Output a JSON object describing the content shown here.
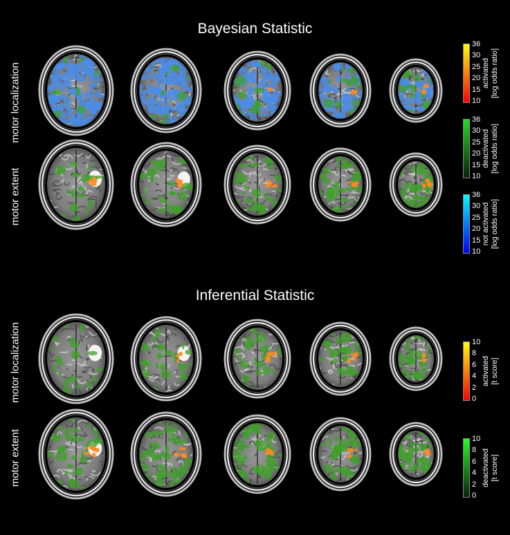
{
  "sections": {
    "bayesian_title": "Bayesian Statistic",
    "inferential_title": "Inferential Statistic"
  },
  "row_labels": {
    "b_top": "motor localization",
    "b_bottom": "motor extent",
    "i_top": "motor localization",
    "i_bottom": "motor extent"
  },
  "colorbars": [
    {
      "label_line1": "activated",
      "label_line2": "[log odds ratio]",
      "ticks": [
        "36",
        "30",
        "25",
        "20",
        "15",
        "10"
      ],
      "colors": [
        "#ffff00",
        "#ff0000"
      ]
    },
    {
      "label_line1": "deactivated",
      "label_line2": "[log odds ratio]",
      "ticks": [
        "36",
        "30",
        "25",
        "20",
        "15",
        "10"
      ],
      "colors": [
        "#22dd22",
        "#0a200a"
      ]
    },
    {
      "label_line1": "not activated",
      "label_line2": "[log odds ratio]",
      "ticks": [
        "36",
        "30",
        "25",
        "20",
        "15",
        "10"
      ],
      "colors": [
        "#00ffff",
        "#0000ff"
      ]
    },
    {
      "label_line1": "activated",
      "label_line2": "[t score]",
      "ticks": [
        "10",
        "8",
        "6",
        "4",
        "2",
        "0"
      ],
      "colors": [
        "#ffff00",
        "#ff0000"
      ]
    },
    {
      "label_line1": "deactivated",
      "label_line2": "[t score]",
      "ticks": [
        "10",
        "8",
        "6",
        "4",
        "2",
        "0"
      ],
      "colors": [
        "#22ff22",
        "#0a200a"
      ]
    }
  ],
  "overlay_colors": {
    "activated": "#ff8a20",
    "deactivated": "#3fa02a",
    "not_activated": "#4a8ce8"
  }
}
